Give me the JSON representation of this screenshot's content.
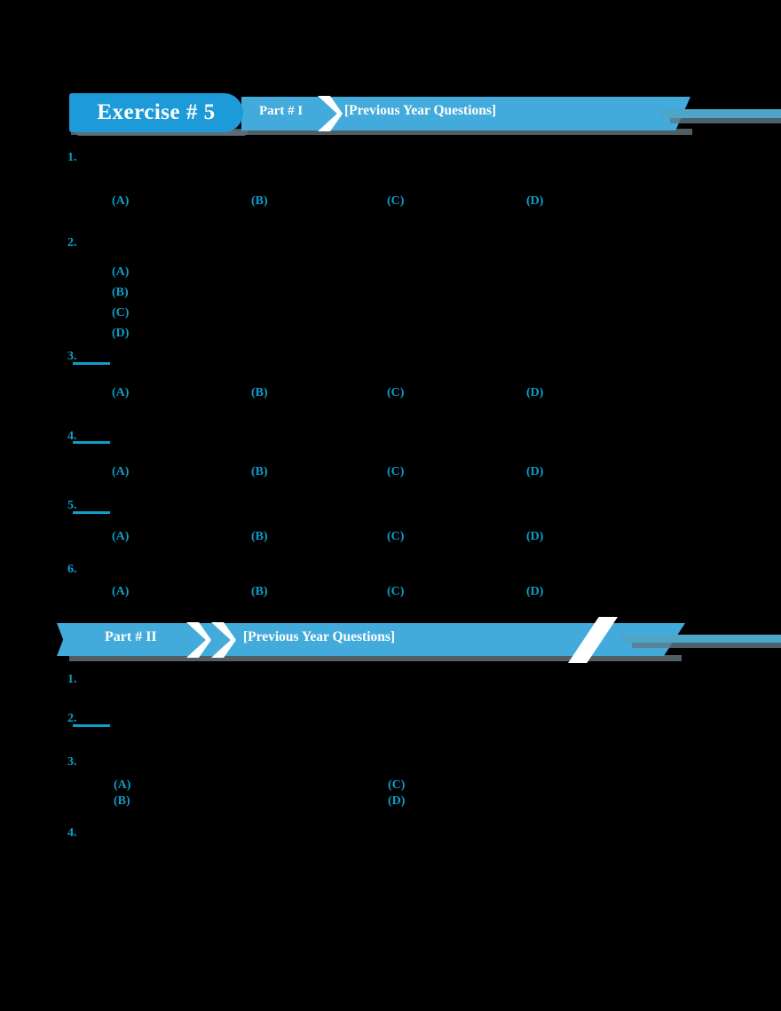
{
  "document": {
    "exercise_title": "Exercise # 5",
    "part1": {
      "label": "Part # I",
      "subtitle": "[Previous Year Questions]"
    },
    "part2": {
      "label": "Part # II",
      "subtitle": "[Previous Year Questions]"
    }
  },
  "colors": {
    "accent_blue": "#0f9ec8",
    "banner_blue": "#43abdc",
    "tab_blue": "#1d9ad8",
    "shadow_gray": "#5f6f78",
    "page_background": "#000000"
  },
  "part1_questions": [
    {
      "number": "1.",
      "text": "",
      "layout": "horizontal",
      "options": [
        {
          "label": "(A)",
          "value": ""
        },
        {
          "label": "(B)",
          "value": ""
        },
        {
          "label": "(C)",
          "value": ""
        },
        {
          "label": "(D)",
          "value": ""
        }
      ]
    },
    {
      "number": "2.",
      "text": "",
      "layout": "vertical",
      "options": [
        {
          "label": "(A)",
          "value": ""
        },
        {
          "label": "(B)",
          "value": ""
        },
        {
          "label": "(C)",
          "value": ""
        },
        {
          "label": "(D)",
          "value": ""
        }
      ]
    },
    {
      "number": "3.",
      "text": "",
      "layout": "horizontal",
      "rule": true,
      "options": [
        {
          "label": "(A)",
          "value": ""
        },
        {
          "label": "(B)",
          "value": ""
        },
        {
          "label": "(C)",
          "value": ""
        },
        {
          "label": "(D)",
          "value": ""
        }
      ]
    },
    {
      "number": "4.",
      "text": "",
      "layout": "horizontal",
      "rule": true,
      "options": [
        {
          "label": "(A)",
          "value": ""
        },
        {
          "label": "(B)",
          "value": ""
        },
        {
          "label": "(C)",
          "value": ""
        },
        {
          "label": "(D)",
          "value": ""
        }
      ]
    },
    {
      "number": "5.",
      "text": "",
      "layout": "horizontal",
      "rule": true,
      "options": [
        {
          "label": "(A)",
          "value": ""
        },
        {
          "label": "(B)",
          "value": ""
        },
        {
          "label": "(C)",
          "value": ""
        },
        {
          "label": "(D)",
          "value": ""
        }
      ]
    },
    {
      "number": "6.",
      "text": "",
      "layout": "horizontal",
      "options": [
        {
          "label": "(A)",
          "value": ""
        },
        {
          "label": "(B)",
          "value": ""
        },
        {
          "label": "(C)",
          "value": ""
        },
        {
          "label": "(D)",
          "value": ""
        }
      ]
    }
  ],
  "part2_questions": [
    {
      "number": "1.",
      "text": "",
      "rule": false,
      "options": []
    },
    {
      "number": "2.",
      "text": "",
      "rule": true,
      "options": []
    },
    {
      "number": "3.",
      "text": "",
      "rule": false,
      "options": [
        {
          "label": "(A)",
          "value": ""
        },
        {
          "label": "(B)",
          "value": ""
        },
        {
          "label": "(C)",
          "value": ""
        },
        {
          "label": "(D)",
          "value": ""
        }
      ]
    },
    {
      "number": "4.",
      "text": "",
      "rule": false,
      "options": []
    }
  ]
}
